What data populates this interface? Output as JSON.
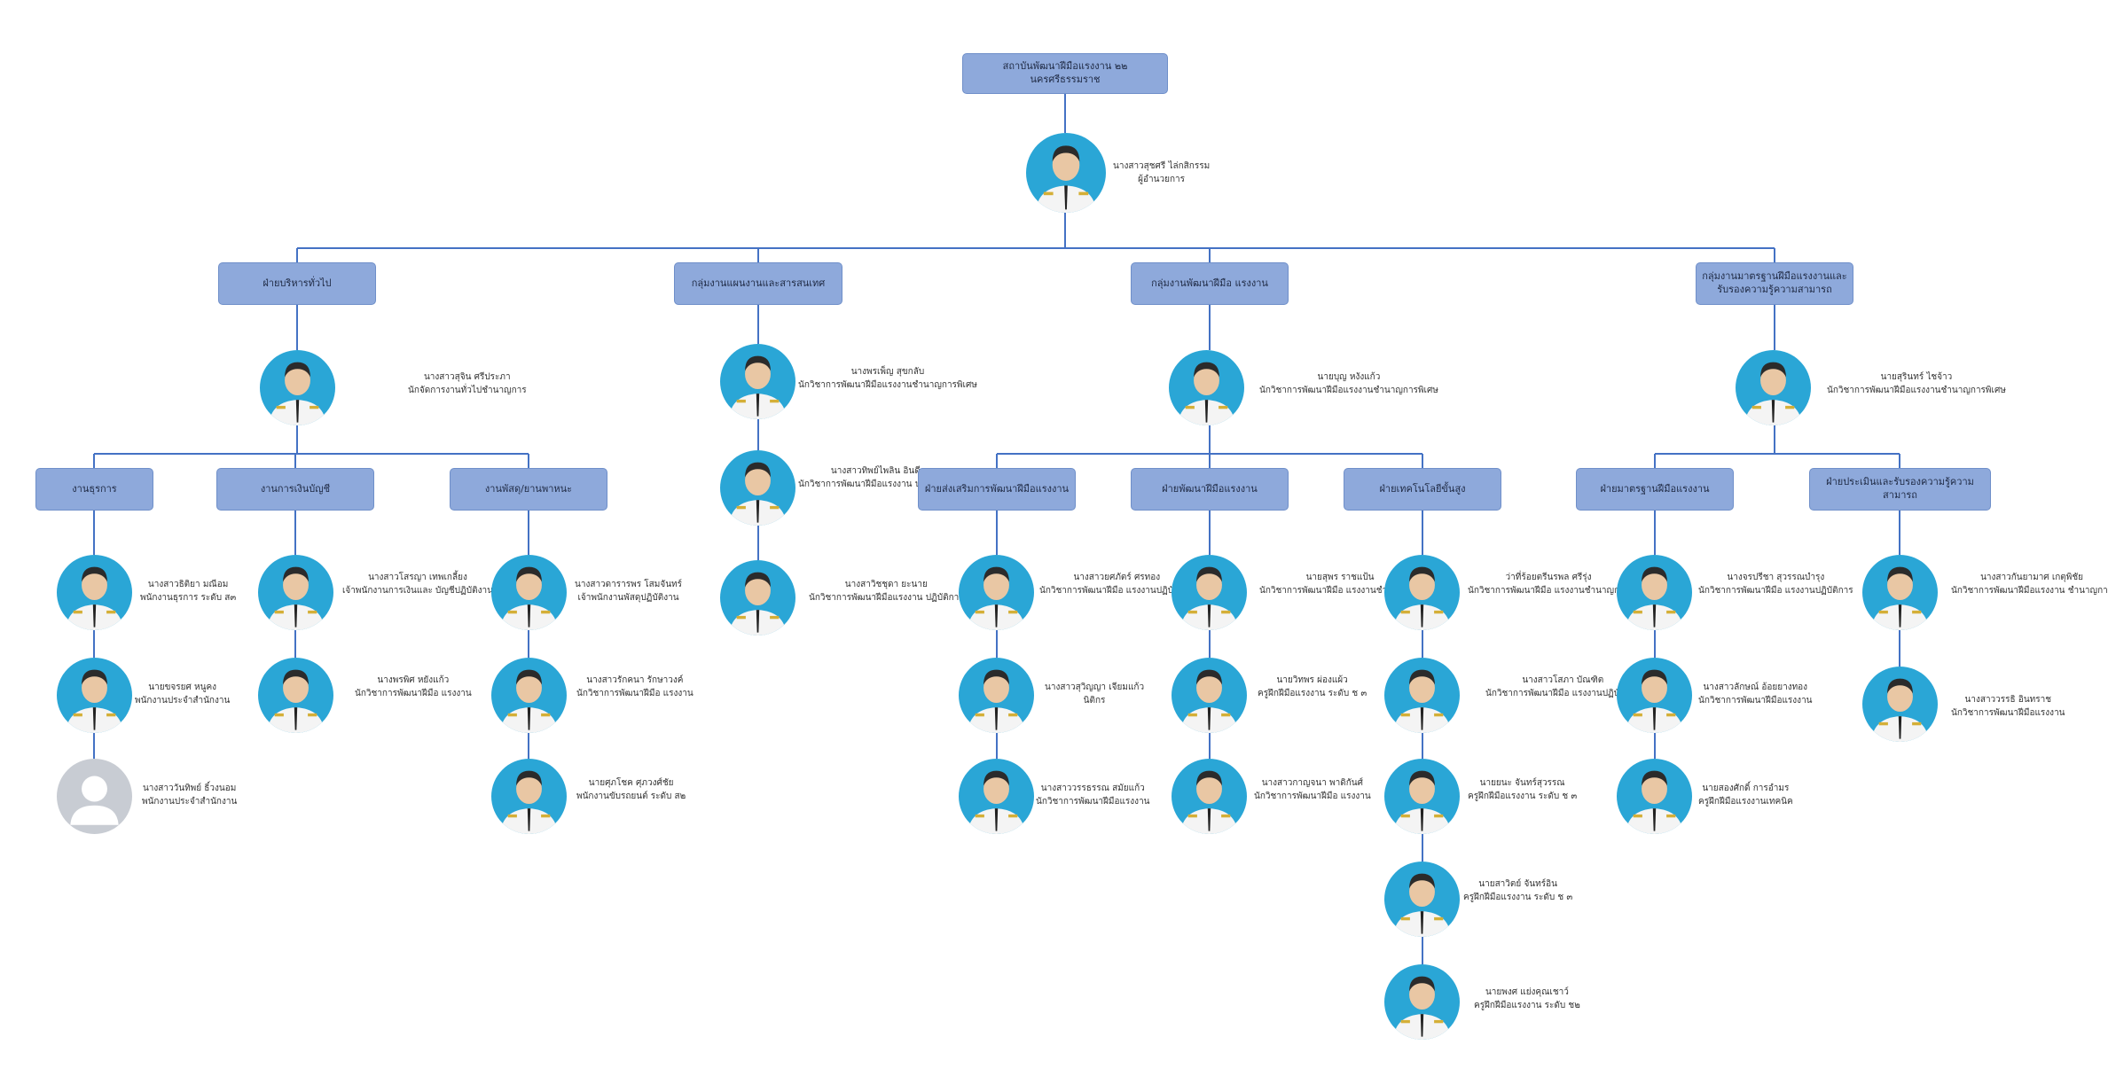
{
  "colors": {
    "box": "#8ea9db",
    "box_border": "#6f8fc9",
    "line": "#4472c4",
    "photo_bg": "#2aa6d6"
  },
  "root": {
    "title": "สถาบันพัฒนาฝีมือแรงงาน ๒๒ นครศรีธรรมราช"
  },
  "director": {
    "name": "นางสาวสุชศรี ไล่กสิกรรม",
    "position": "ผู้อำนวยการ"
  },
  "groups": [
    {
      "title": "ฝ่ายบริหารทั่วไป",
      "head": {
        "name": "นางสาวสุจิน ศรีประภา",
        "position": "นักจัดการงานทั่วไปชำนาญการ"
      }
    },
    {
      "title": "กลุ่มงานแผนงานและสารสนเทศ",
      "members": [
        {
          "name": "นางพรเพ็ญ สุขกลับ",
          "position": "นักวิชาการพัฒนาฝีมือแรงงานชำนาญการพิเศษ"
        },
        {
          "name": "นางสาวทิพย์ไพลิน อินดี",
          "position": "นักวิชาการพัฒนาฝีมือแรงงาน ปฏิบัติการ"
        },
        {
          "name": "นางสาวิชชุดา ยะนาย",
          "position": "นักวิชาการพัฒนาฝีมือแรงงาน ปฏิบัติการ"
        }
      ]
    },
    {
      "title": "กลุ่มงานพัฒนาฝีมือ แรงงาน",
      "head": {
        "name": "นายบุญ หงังแก้ว",
        "position": "นักวิชาการพัฒนาฝีมือแรงงานชำนาญการพิเศษ"
      }
    },
    {
      "title": "กลุ่มงานมาตรฐานฝีมือแรงงานและ รับรองความรู้ความสามารถ",
      "head": {
        "name": "นายสุรินทร์ ไชจ้าว",
        "position": "นักวิชาการพัฒนาฝีมือแรงงานชำนาญการพิเศษ"
      }
    }
  ],
  "units": [
    {
      "title": "งานธุรการ",
      "members": [
        {
          "name": "นางสาวธิติยา มณีอม",
          "position": "พนักงานธุรการ ระดับ ส๓"
        },
        {
          "name": "นายขจรยศ หนูคง",
          "position": "พนักงานประจำสำนักงาน"
        },
        {
          "name": "นางสาววันทิพย์ ธิ์วงนอม",
          "position": "พนักงานประจำสำนักงาน"
        }
      ]
    },
    {
      "title": "งานการเงินบัญชี",
      "members": [
        {
          "name": "นางสาวโสรญา เทพเกลี้ยง",
          "position": "เจ้าพนักงานการเงินและ บัญชีปฏิบัติงาน"
        },
        {
          "name": "นางพรพิศ หยังแก้ว",
          "position": "นักวิชาการพัฒนาฝีมือ แรงงาน"
        }
      ]
    },
    {
      "title": "งานพัสดุ/ยานพาหนะ",
      "members": [
        {
          "name": "นางสาวดารารพร โสมจันทร์",
          "position": "เจ้าพนักงานพัสดุปฏิบัติงาน"
        },
        {
          "name": "นางสาวรักคนา รักษาวงค์",
          "position": "นักวิชาการพัฒนาฝีมือ แรงงาน"
        },
        {
          "name": "นายศุภโชค ศุภวงศ์ชัย",
          "position": "พนักงานขับรถยนต์ ระดับ ส๒"
        }
      ]
    },
    {
      "title": "ฝ่ายส่งเสริมการพัฒนาฝีมือแรงงาน",
      "members": [
        {
          "name": "นางสาวยศภัตร์ ศรทอง",
          "position": "นักวิชาการพัฒนาฝีมือ แรงงานปฏิบัติการ"
        },
        {
          "name": "นางสาวสุวิญญา เจียมแก้ว",
          "position": "นิติกร"
        },
        {
          "name": "นางสาววรรธรรณ สมัยแก้ว",
          "position": "นักวิชาการพัฒนาฝีมือแรงงาน"
        }
      ]
    },
    {
      "title": "ฝ่ายพัฒนาฝีมือแรงงาน",
      "members": [
        {
          "name": "นายสุพร ราชแป้น",
          "position": "นักวิชาการพัฒนาฝีมือ แรงงานชำนาญการ"
        },
        {
          "name": "นายวิทพร ผ่องแผ้ว",
          "position": "ครูฝึกฝีมือแรงงาน ระดับ ช ๓"
        },
        {
          "name": "นางสาวกาญจนา พาดิกันศ์",
          "position": "นักวิชาการพัฒนาฝีมือ แรงงาน"
        }
      ]
    },
    {
      "title": "ฝ่ายเทคโนโลยีขั้นสูง",
      "members": [
        {
          "name": "ว่าที่ร้อยตรีนรพล ศรีรุ่ง",
          "position": "นักวิชาการพัฒนาฝีมือ แรงงานชำนาญการ"
        },
        {
          "name": "นางสาวโสภา บัณฑิต",
          "position": "นักวิชาการพัฒนาฝีมือ แรงงานปฏิบัติการ"
        },
        {
          "name": "นายยนะ จันทร์สุวรรณ",
          "position": "ครูฝึกฝีมือแรงงาน ระดับ ช ๓"
        },
        {
          "name": "นายสาวิตย์ จันทร์อิน",
          "position": "ครูฝึกฝีมือแรงงาน ระดับ ช ๓"
        },
        {
          "name": "นายพงศ แย่งคุณเชาว์",
          "position": "ครูฝึกฝีมือแรงงาน ระดับ ช๒"
        }
      ]
    },
    {
      "title": "ฝ่ายมาตรฐานฝีมือแรงงาน",
      "members": [
        {
          "name": "นางจรปรีชา สุวรรณบำรุง",
          "position": "นักวิชาการพัฒนาฝีมือ แรงงานปฏิบัติการ"
        },
        {
          "name": "นางสาวลักษณ์ อ้อยยางทอง",
          "position": "นักวิชาการพัฒนาฝีมือแรงงาน"
        },
        {
          "name": "นายสองศักดิ์ การอำมร",
          "position": "ครูฝึกฝีมือแรงงานเทคนิค"
        }
      ]
    },
    {
      "title": "ฝ่ายประเมินและรับรองความรู้ความสามารถ",
      "members": [
        {
          "name": "นางสาวกันยามาศ เกตุพิชัย",
          "position": "นักวิชาการพัฒนาฝีมือแรงงาน ชำนาญการ"
        },
        {
          "name": "นางสาววรรธิ อินทราช",
          "position": "นักวิชาการพัฒนาฝีมือแรงงาน"
        }
      ]
    }
  ]
}
